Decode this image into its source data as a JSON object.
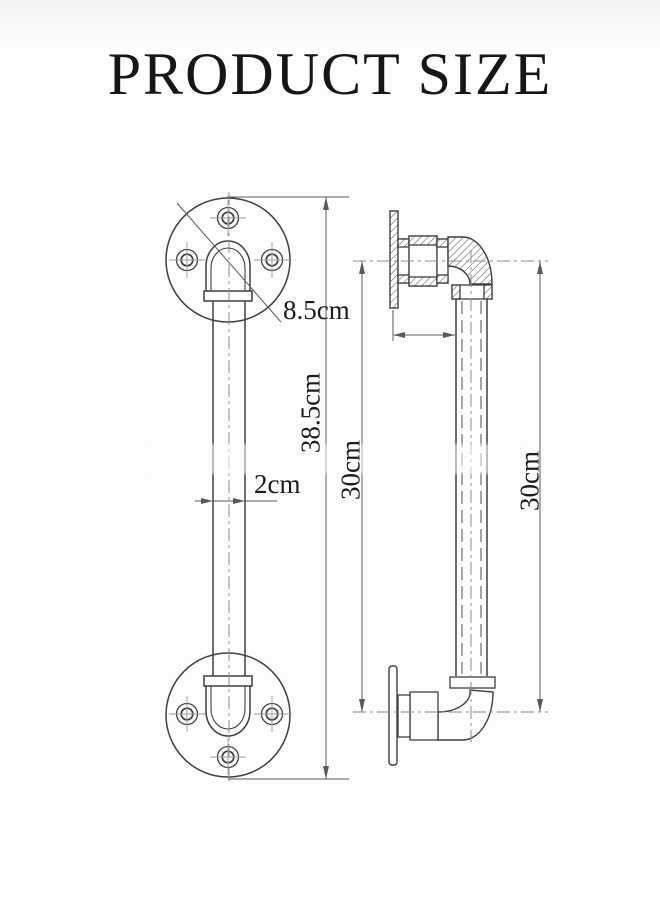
{
  "title": "PRODUCT SIZE",
  "front_view": {
    "name": "front view of pipe handle with round flanges",
    "labels": {
      "flange_diameter": "8.5cm",
      "total_length": "38.5cm",
      "pipe_diameter": "2cm"
    }
  },
  "side_view": {
    "name": "side profile view with wall plates, couplings and elbows",
    "labels": {
      "center_distance_left": "30cm",
      "center_distance_right": "30cm"
    }
  },
  "colors": {
    "background": "#fdfdfd",
    "object_line": "#3f3f3f",
    "dimension_line": "#5a5a5a",
    "centerline": "#8d8d8d",
    "text": "#1c1c1c"
  }
}
